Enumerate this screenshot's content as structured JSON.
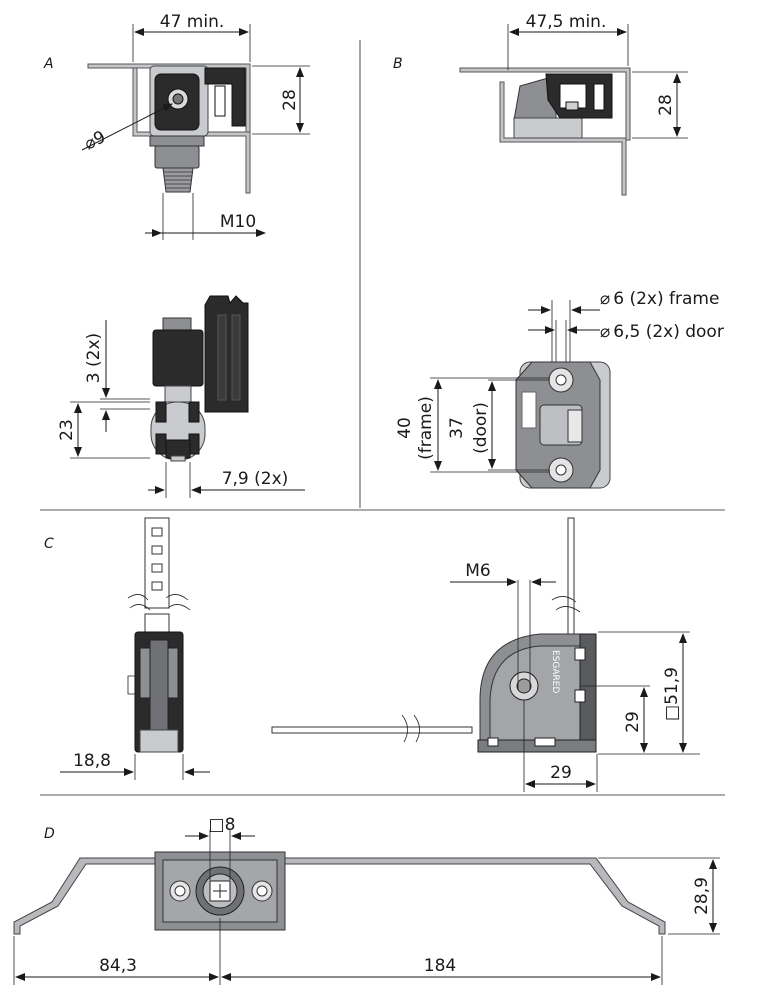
{
  "sections": {
    "a": {
      "label": "A",
      "dim_top": "47 min.",
      "dim_height": "28",
      "dim_diameter": "9",
      "dim_thread": "M10",
      "dim_3": "3 (2x)",
      "dim_23": "23",
      "dim_79": "7,9 (2x)"
    },
    "b": {
      "label": "B",
      "dim_top": "47,5 min.",
      "dim_height": "28",
      "hole_frame": "6 (2x) frame",
      "hole_door": "6,5 (2x) door",
      "dim_40": "40",
      "dim_frame": "(frame)",
      "dim_37": "37",
      "dim_door": "(door)"
    },
    "c": {
      "label": "C",
      "dim_188": "18,8",
      "dim_m6": "M6",
      "dim_29_v": "29",
      "dim_519": "51,9",
      "dim_29_h": "29",
      "part_text": "ESGARED"
    },
    "d": {
      "label": "D",
      "dim_8": "8",
      "dim_289": "28,9",
      "dim_843": "84,3",
      "dim_184": "184"
    }
  },
  "symbols": {
    "diameter": "⌀",
    "square": "□"
  },
  "colors": {
    "dark_part": "#2b2b2b",
    "metal": "#8d8f93",
    "light_metal": "#c9cbce",
    "line": "#1a1a1a"
  }
}
